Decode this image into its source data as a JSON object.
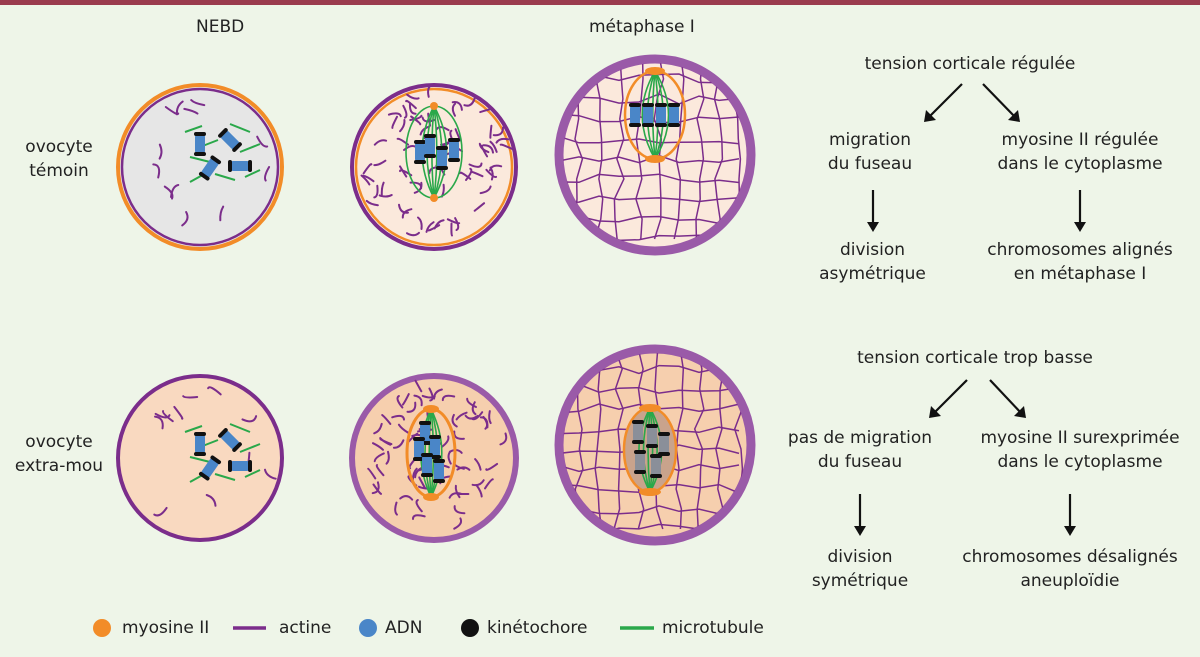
{
  "columns": {
    "nebd": "NEBD",
    "metaphase": "métaphase I"
  },
  "rows": {
    "control": {
      "line1": "ovocyte",
      "line2": "témoin"
    },
    "soft": {
      "line1": "ovocyte",
      "line2": "extra-mou"
    }
  },
  "flow_top": {
    "root": "tension corticale régulée",
    "left_1": "migration",
    "left_2": "du fuseau",
    "left_out_1": "division",
    "left_out_2": "asymétrique",
    "right_1": "myosine II régulée",
    "right_2": "dans le cytoplasme",
    "right_out_1": "chromosomes alignés",
    "right_out_2": "en métaphase I"
  },
  "flow_bottom": {
    "root": "tension corticale trop basse",
    "left_1": "pas de migration",
    "left_2": "du fuseau",
    "left_out_1": "division",
    "left_out_2": "symétrique",
    "right_1": "myosine II surexprimée",
    "right_2": "dans le cytoplasme",
    "right_out_1": "chromosomes désalignés",
    "right_out_2": "aneuploïdie"
  },
  "legend": {
    "myosin": "myosine II",
    "actin": "actine",
    "dna": "ADN",
    "kinetochore": "kinétochore",
    "microtubule": "microtubule"
  },
  "colors": {
    "myosin": "#f28c28",
    "actin": "#7b2d8b",
    "dna": "#4a86c8",
    "kinetochore": "#111111",
    "microtubule": "#2aa84a",
    "cell_grey": "#e6e6e6",
    "cell_light": "#fbe9dc",
    "cell_peach": "#f9d9c0",
    "top_bar": "#9a3b4e"
  }
}
